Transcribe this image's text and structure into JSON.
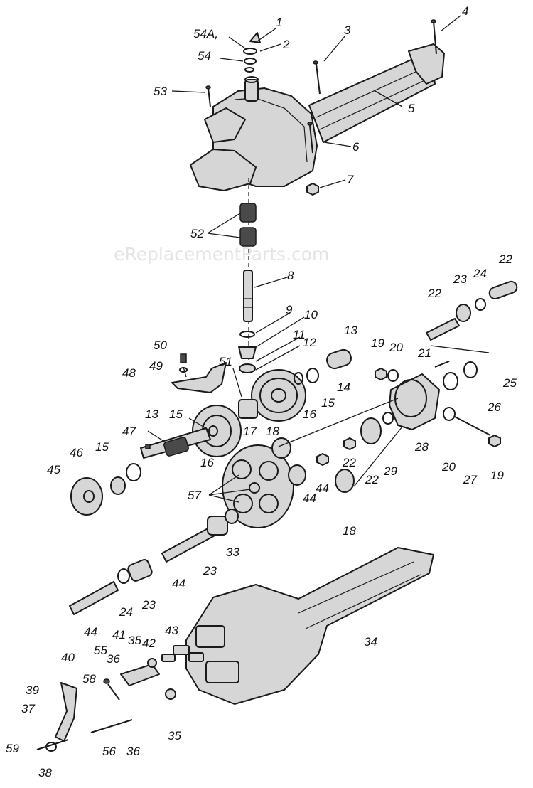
{
  "watermark": "eReplacementParts.com",
  "labels": [
    {
      "id": "1",
      "text": "1"
    },
    {
      "id": "54A",
      "text": "54A,"
    },
    {
      "id": "2",
      "text": "2"
    },
    {
      "id": "54",
      "text": "54"
    },
    {
      "id": "3",
      "text": "3"
    },
    {
      "id": "4",
      "text": "4"
    },
    {
      "id": "53",
      "text": "53"
    },
    {
      "id": "5",
      "text": "5"
    },
    {
      "id": "6",
      "text": "6"
    },
    {
      "id": "7",
      "text": "7"
    },
    {
      "id": "52",
      "text": "52"
    },
    {
      "id": "8",
      "text": "8"
    },
    {
      "id": "22a",
      "text": "22"
    },
    {
      "id": "23a",
      "text": "23"
    },
    {
      "id": "24a",
      "text": "24"
    },
    {
      "id": "22b",
      "text": "22"
    },
    {
      "id": "9",
      "text": "9"
    },
    {
      "id": "10",
      "text": "10"
    },
    {
      "id": "11",
      "text": "11"
    },
    {
      "id": "12",
      "text": "12"
    },
    {
      "id": "13a",
      "text": "13"
    },
    {
      "id": "50",
      "text": "50"
    },
    {
      "id": "49",
      "text": "49"
    },
    {
      "id": "48",
      "text": "48"
    },
    {
      "id": "51",
      "text": "51"
    },
    {
      "id": "19a",
      "text": "19"
    },
    {
      "id": "20a",
      "text": "20"
    },
    {
      "id": "21",
      "text": "21"
    },
    {
      "id": "25",
      "text": "25"
    },
    {
      "id": "26",
      "text": "26"
    },
    {
      "id": "14",
      "text": "14"
    },
    {
      "id": "15a",
      "text": "15"
    },
    {
      "id": "16a",
      "text": "16"
    },
    {
      "id": "17",
      "text": "17"
    },
    {
      "id": "13b",
      "text": "13"
    },
    {
      "id": "15b",
      "text": "15"
    },
    {
      "id": "16b",
      "text": "16"
    },
    {
      "id": "18a",
      "text": "18"
    },
    {
      "id": "47",
      "text": "47"
    },
    {
      "id": "28",
      "text": "28"
    },
    {
      "id": "29",
      "text": "29"
    },
    {
      "id": "22c",
      "text": "22"
    },
    {
      "id": "22d",
      "text": "22"
    },
    {
      "id": "20b",
      "text": "20"
    },
    {
      "id": "27",
      "text": "27"
    },
    {
      "id": "19b",
      "text": "19"
    },
    {
      "id": "15c",
      "text": "15"
    },
    {
      "id": "46",
      "text": "46"
    },
    {
      "id": "45",
      "text": "45"
    },
    {
      "id": "44a",
      "text": "44"
    },
    {
      "id": "44b",
      "text": "44"
    },
    {
      "id": "57",
      "text": "57"
    },
    {
      "id": "18b",
      "text": "18"
    },
    {
      "id": "33",
      "text": "33"
    },
    {
      "id": "23b",
      "text": "23"
    },
    {
      "id": "44c",
      "text": "44"
    },
    {
      "id": "24b",
      "text": "24"
    },
    {
      "id": "23c",
      "text": "23"
    },
    {
      "id": "34",
      "text": "34"
    },
    {
      "id": "44d",
      "text": "44"
    },
    {
      "id": "41",
      "text": "41"
    },
    {
      "id": "35a",
      "text": "35"
    },
    {
      "id": "43",
      "text": "43"
    },
    {
      "id": "40",
      "text": "40"
    },
    {
      "id": "55",
      "text": "55"
    },
    {
      "id": "36a",
      "text": "36"
    },
    {
      "id": "42",
      "text": "42"
    },
    {
      "id": "39",
      "text": "39"
    },
    {
      "id": "58",
      "text": "58"
    },
    {
      "id": "37",
      "text": "37"
    },
    {
      "id": "35b",
      "text": "35"
    },
    {
      "id": "59",
      "text": "59"
    },
    {
      "id": "56",
      "text": "56"
    },
    {
      "id": "36b",
      "text": "36"
    },
    {
      "id": "38",
      "text": "38"
    }
  ]
}
